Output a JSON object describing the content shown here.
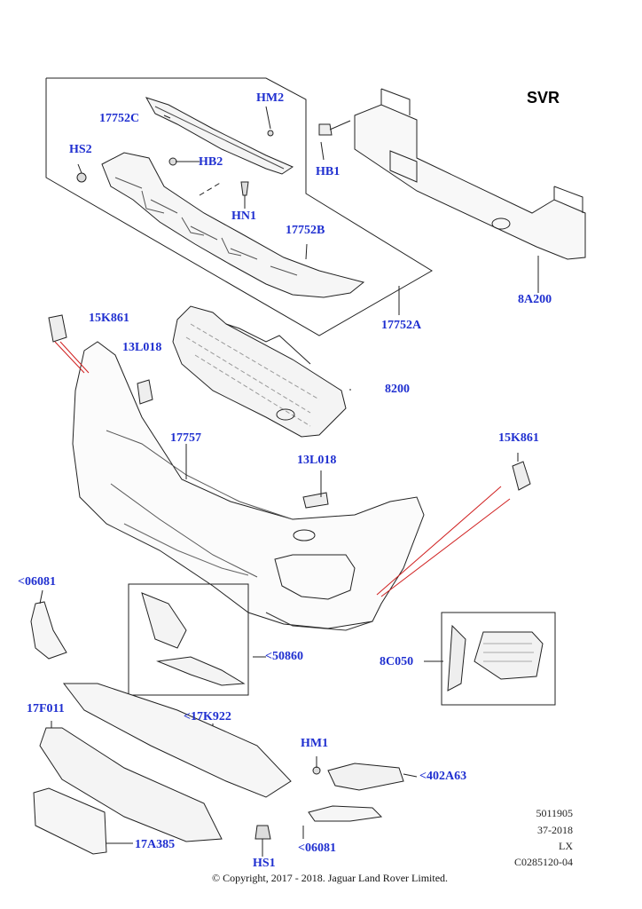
{
  "variant_label": "SVR",
  "parts": {
    "p17752C": "17752C",
    "pHM2": "HM2",
    "pHS2": "HS2",
    "pHB2": "HB2",
    "pHB1": "HB1",
    "pHN1": "HN1",
    "p17752B": "17752B",
    "p8A200": "8A200",
    "p17752A": "17752A",
    "p15K861_left": "15K861",
    "p13L018_top": "13L018",
    "p8200": "8200",
    "p17757": "17757",
    "p13L018_mid": "13L018",
    "p15K861_right": "15K861",
    "p06081_left": "<06081",
    "p50860": "<50860",
    "p8C050": "8C050",
    "p17F011": "17F011",
    "p17K922": "<17K922",
    "pHM1": "HM1",
    "p402A63": "<402A63",
    "p17A385": "17A385",
    "pHS1": "HS1",
    "p06081_bottom": "<06081"
  },
  "meta": {
    "line1": "5011905",
    "line2": "37-2018",
    "line3": "LX",
    "line4": "C0285120-04"
  },
  "copyright": "© Copyright, 2017 - 2018. Jaguar Land Rover Limited."
}
